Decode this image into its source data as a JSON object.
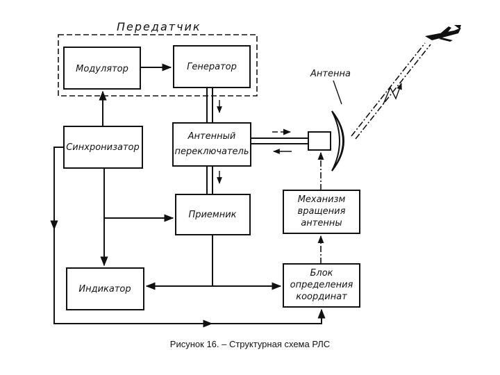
{
  "diagram": {
    "group_title": "Передатчик",
    "modulator": "Модулятор",
    "generator": "Генератор",
    "antenna": "Антенна",
    "synchronizer": "Синхронизатор",
    "switch": [
      "Антенный",
      "переключатель"
    ],
    "rotation": [
      "Механизм",
      "вращения",
      "антенны"
    ],
    "receiver": "Приемник",
    "indicator": "Индикатор",
    "coordinates": [
      "Блок",
      "определения",
      "координат"
    ]
  },
  "caption": "Рисунок 16.   – Структурная схема РЛС"
}
